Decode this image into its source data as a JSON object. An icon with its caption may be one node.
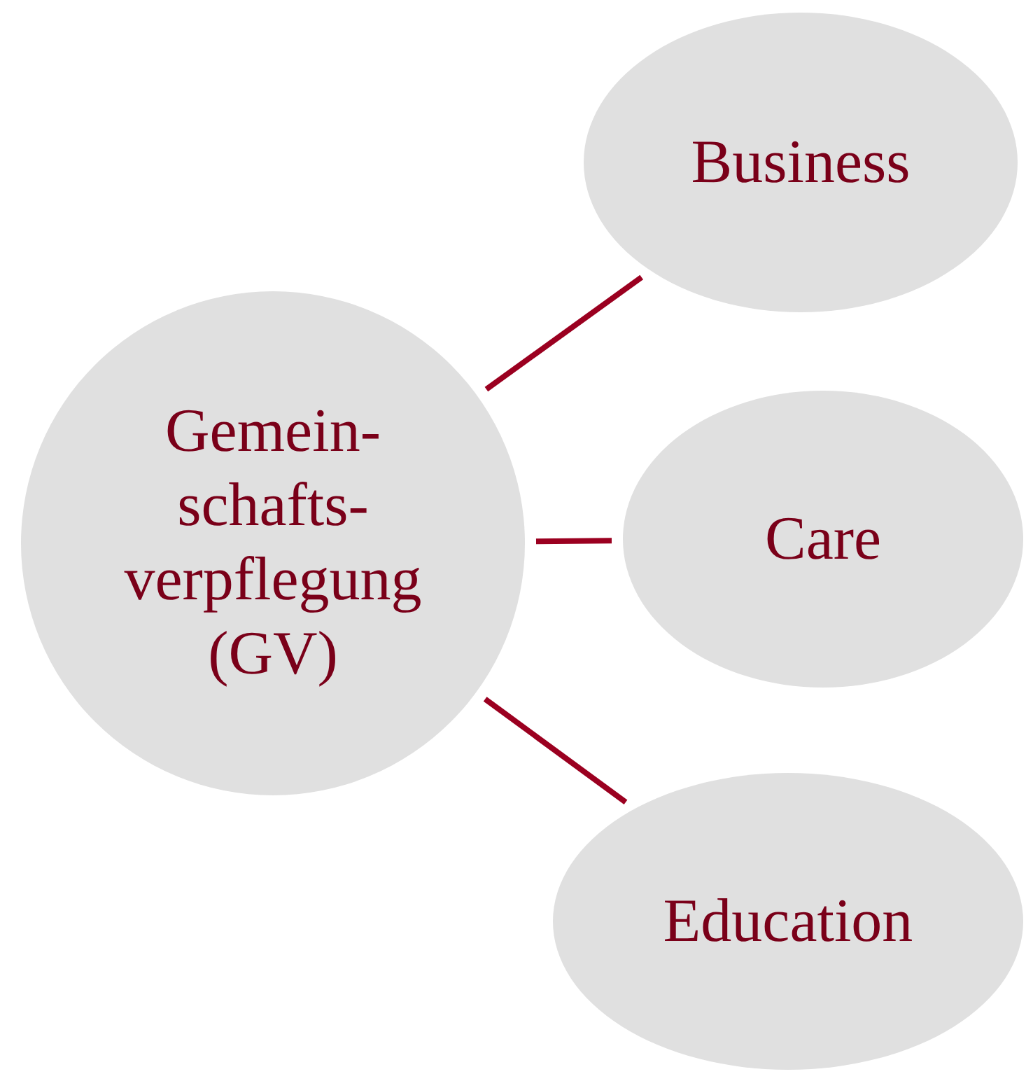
{
  "diagram": {
    "nodes": [
      {
        "text": [
          "Gemein- schafts- verpflegung (GV)"
        ]
      },
      {
        "text": [
          "Business"
        ]
      },
      {
        "text": [
          "Care"
        ]
      },
      {
        "text": [
          "Education"
        ]
      }
    ],
    "edges": [
      {
        "from": 0,
        "to": 1,
        "arrow": "none"
      },
      {
        "from": 0,
        "to": 2,
        "arrow": "none"
      },
      {
        "from": 0,
        "to": 3,
        "arrow": "none"
      }
    ]
  }
}
